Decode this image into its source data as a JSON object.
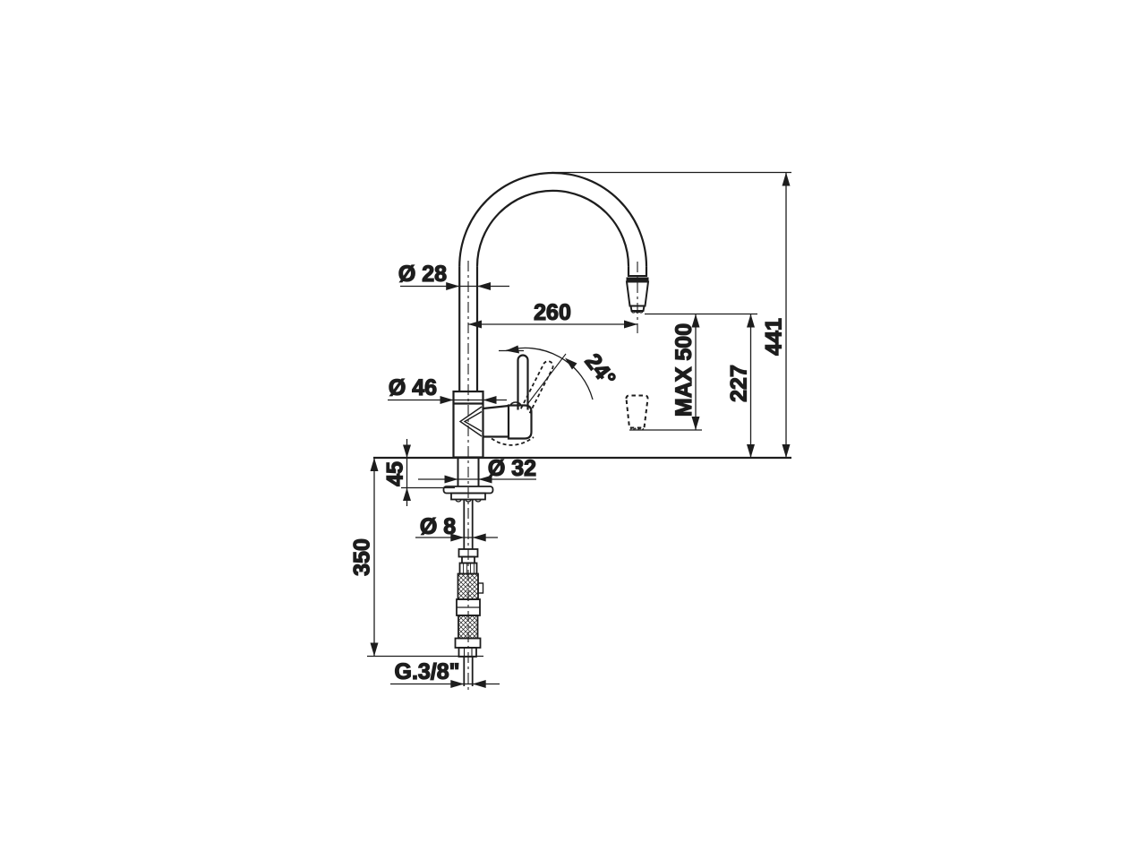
{
  "drawing": {
    "background_color": "#ffffff",
    "line_color": "#1d1d1d",
    "labels": {
      "spout_tube_diameter": "Ø 28",
      "spout_reach": "260",
      "body_diameter": "Ø 46",
      "handle_swing_angle": "24°",
      "max_hose_extension": "MAX 500",
      "outlet_height": "227",
      "overall_height": "441",
      "max_deck_thickness": "45",
      "mounting_hole_diameter": "Ø 32",
      "supply_pipe_diameter": "Ø 8",
      "supply_hose_length": "350",
      "connection_thread": "G.3/8\""
    }
  }
}
